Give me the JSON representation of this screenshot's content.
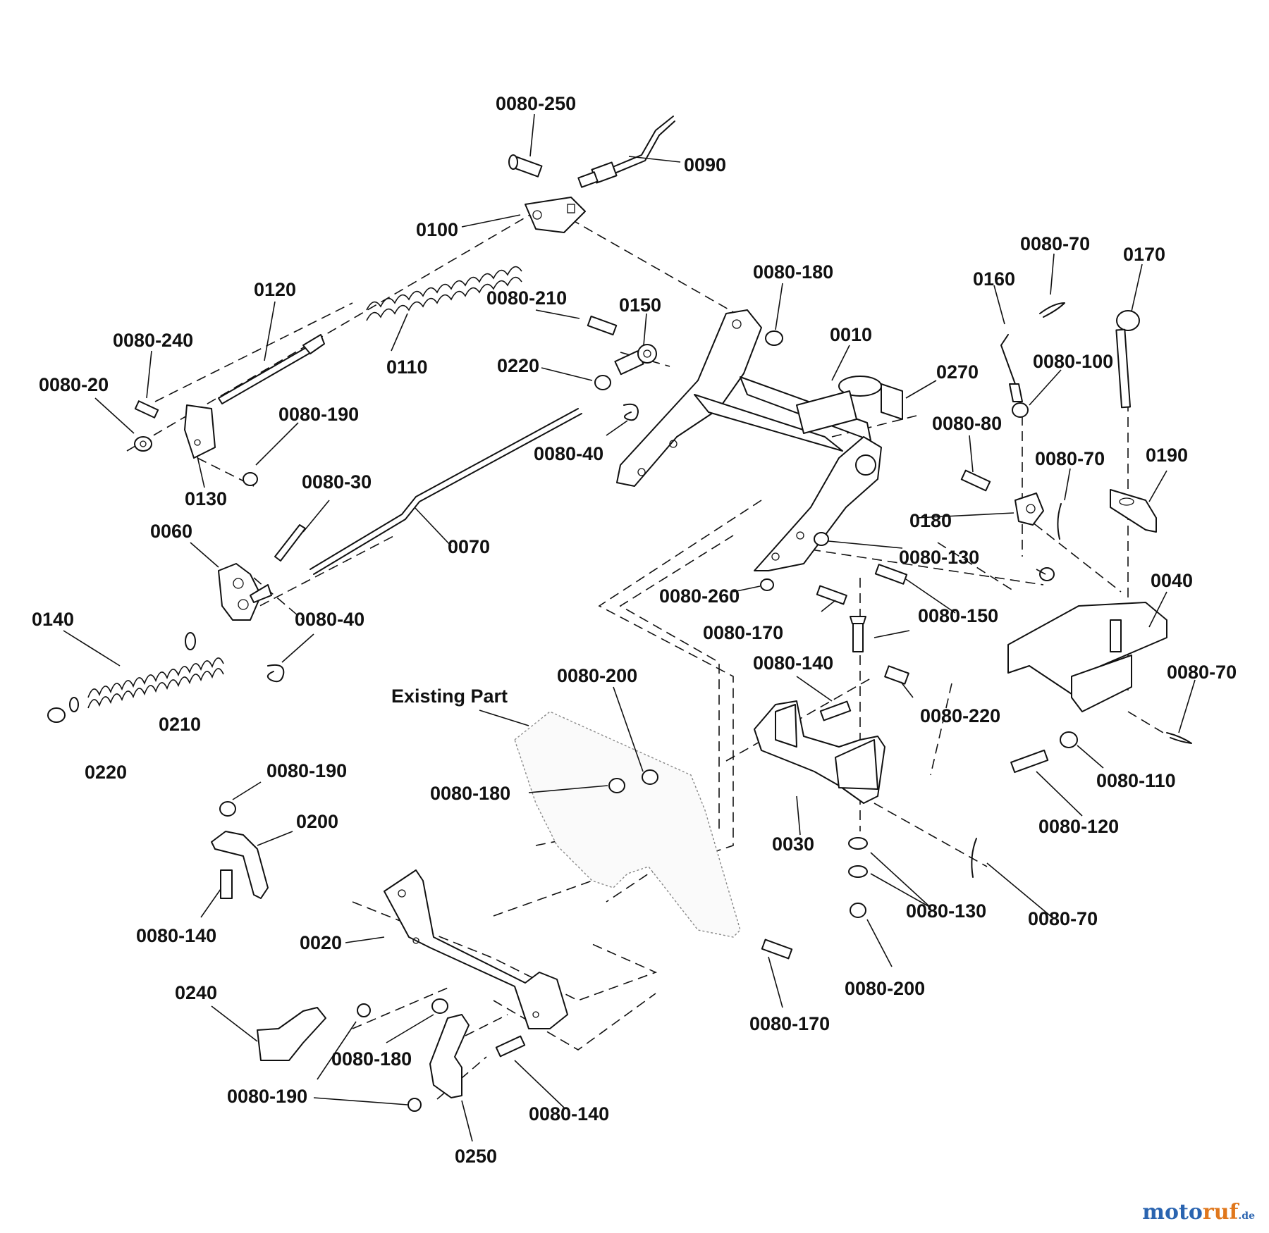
{
  "callouts": {
    "c0080_250": "0080-250",
    "c0090": "0090",
    "c0100": "0100",
    "c0120": "0120",
    "c0080_210": "0080-210",
    "c0150": "0150",
    "c0080_180_top": "0080-180",
    "c0010": "0010",
    "c0080_70_top": "0080-70",
    "c0170": "0170",
    "c0160": "0160",
    "c0080_240": "0080-240",
    "c0220_top": "0220",
    "c0110": "0110",
    "c0270": "0270",
    "c0080_100": "0080-100",
    "c0080_20": "0080-20",
    "c0080_190_top": "0080-190",
    "c0080_40_top": "0080-40",
    "c0080_80": "0080-80",
    "c0080_70_mid": "0080-70",
    "c0190": "0190",
    "c0130": "0130",
    "c0080_30": "0080-30",
    "c0180": "0180",
    "c0060": "0060",
    "c0070": "0070",
    "c0080_130_mid": "0080-130",
    "c0040": "0040",
    "c0080_260": "0080-260",
    "c0080_150": "0080-150",
    "c0140": "0140",
    "c0080_40_low": "0080-40",
    "c0080_170_mid": "0080-170",
    "c0080_140_mid": "0080-140",
    "c0080_70_right": "0080-70",
    "c0080_200_mid": "0080-200",
    "c0080_220": "0080-220",
    "existing_part": "Existing Part",
    "c0210": "0210",
    "c0220_low": "0220",
    "c0080_110": "0080-110",
    "c0080_190_mid": "0080-190",
    "c0080_180_mid": "0080-180",
    "c0030": "0030",
    "c0080_120": "0080-120",
    "c0200": "0200",
    "c0080_140_left": "0080-140",
    "c0080_130_low": "0080-130",
    "c0080_70_low": "0080-70",
    "c0020": "0020",
    "c0080_200_low": "0080-200",
    "c0240": "0240",
    "c0080_170_low": "0080-170",
    "c0080_180_low": "0080-180",
    "c0080_190_low": "0080-190",
    "c0080_140_low": "0080-140",
    "c0250": "0250"
  },
  "watermark": {
    "part1": "moto",
    "part2": "ruf",
    "part3": ".de"
  }
}
